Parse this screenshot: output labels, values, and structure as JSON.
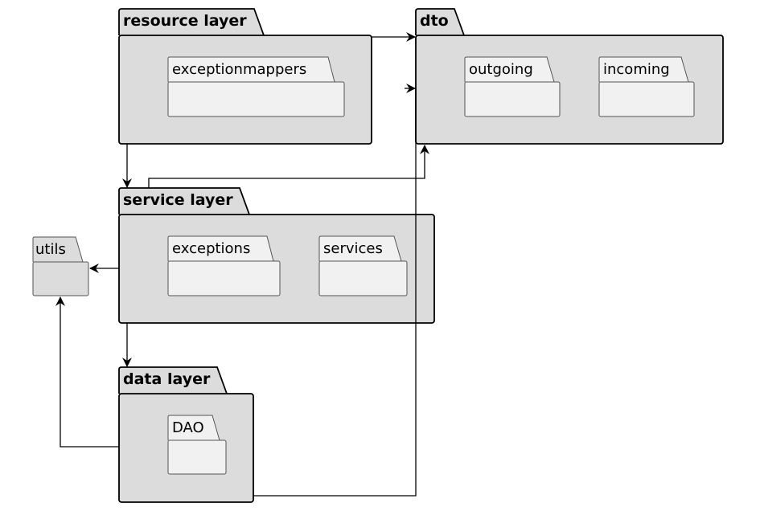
{
  "diagram": {
    "packages": {
      "resource_layer": {
        "label": "resource layer",
        "subpackages": [
          "exceptionmappers"
        ]
      },
      "dto": {
        "label": "dto",
        "subpackages": [
          "outgoing",
          "incoming"
        ]
      },
      "service_layer": {
        "label": "service layer",
        "subpackages": [
          "exceptions",
          "services"
        ]
      },
      "utils": {
        "label": "utils",
        "subpackages": []
      },
      "data_layer": {
        "label": "data layer",
        "subpackages": [
          "DAO"
        ]
      }
    },
    "edges": [
      {
        "from": "resource layer",
        "to": "dto"
      },
      {
        "from": "resource layer",
        "to": "service layer"
      },
      {
        "from": "service layer",
        "to": "dto"
      },
      {
        "from": "service layer",
        "to": "utils"
      },
      {
        "from": "service layer",
        "to": "data layer"
      },
      {
        "from": "data layer",
        "to": "utils"
      },
      {
        "from": "data layer",
        "to": "dto"
      }
    ],
    "colors": {
      "package_fill": "#DCDCDC",
      "subpackage_fill": "#F1F1F1",
      "package_stroke": "#000000",
      "subpackage_stroke": "#555555",
      "edge": "#000000"
    }
  }
}
